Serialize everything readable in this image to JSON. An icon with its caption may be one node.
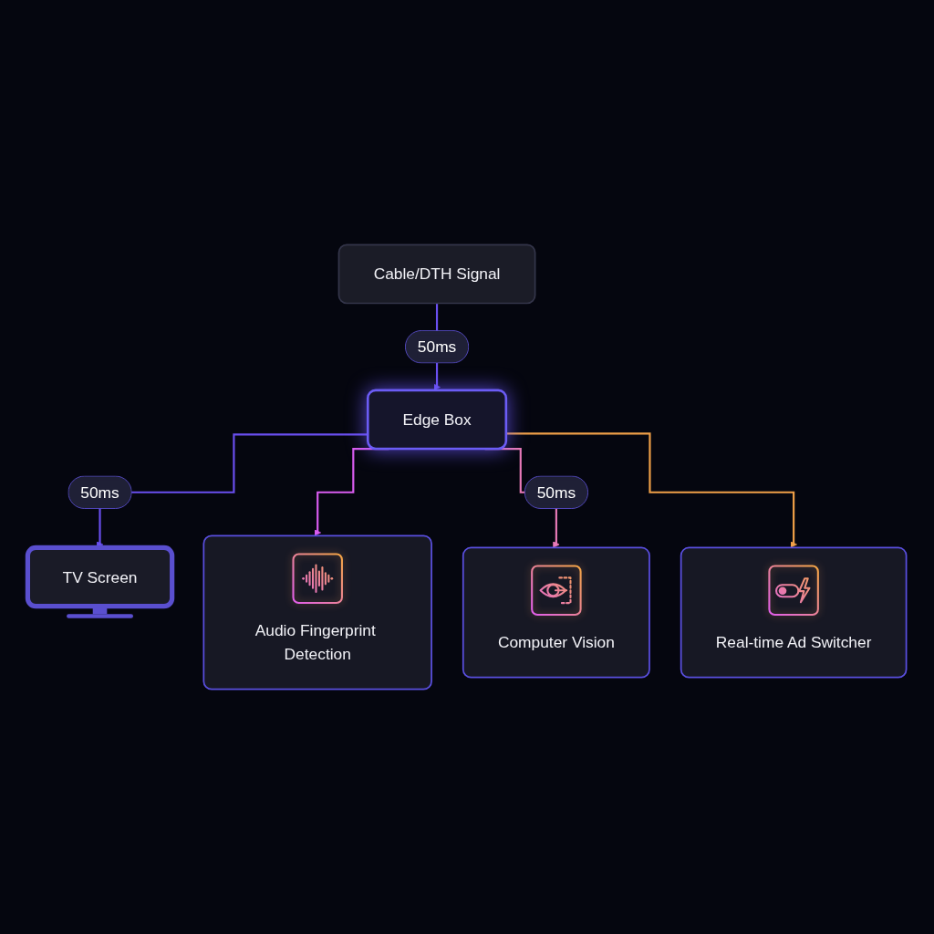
{
  "diagram": {
    "nodes": [
      {
        "text": [
          "Cable/DTH Signal"
        ]
      },
      {
        "text": [
          "Edge Box"
        ]
      },
      {
        "text": [
          "TV Screen"
        ]
      },
      {
        "text": [
          "Audio Fingerprint Detection"
        ]
      },
      {
        "text": [
          "Computer Vision"
        ]
      },
      {
        "text": [
          "Real-time Ad Switcher"
        ]
      }
    ],
    "edges": [
      {
        "from": 0,
        "to": 1,
        "arrow": "to",
        "label": "50ms"
      },
      {
        "from": 1,
        "to": 2,
        "arrow": "to",
        "label": "50ms"
      },
      {
        "from": 1,
        "to": 3,
        "arrow": "to",
        "color": "#d95cf0"
      },
      {
        "from": 1,
        "to": 4,
        "arrow": "to",
        "label": "50ms",
        "color": "#e87ab8"
      },
      {
        "from": 1,
        "to": 5,
        "arrow": "to",
        "color": "#f0a048"
      }
    ]
  }
}
